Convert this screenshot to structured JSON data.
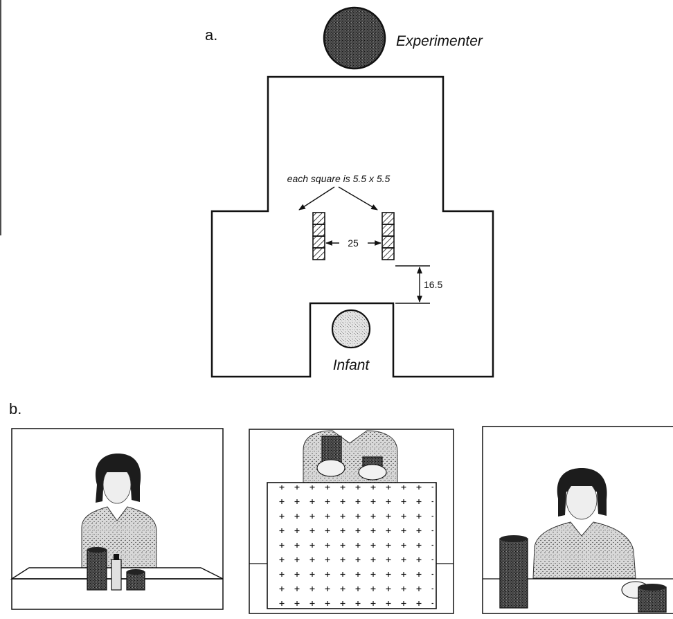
{
  "panel_a": {
    "label": "a.",
    "experimenter_label": "Experimenter",
    "infant_label": "Infant",
    "square_note": "each square is 5.5 x 5.5",
    "gap_label": "25",
    "distance_label": "16.5"
  },
  "panel_b": {
    "label": "b."
  },
  "colors": {
    "line": "#111111",
    "stipple_dark": "#3a3a3a",
    "stipple_light": "#cfcfcf"
  }
}
